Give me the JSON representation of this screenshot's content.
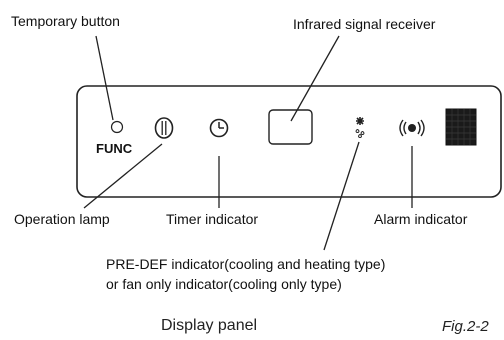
{
  "labels": {
    "temporary_button": "Temporary button",
    "infrared_receiver": "Infrared signal receiver",
    "func": "FUNC",
    "operation_lamp": "Operation lamp",
    "timer_indicator": "Timer indicator",
    "alarm_indicator": "Alarm indicator",
    "predef_line1": "PRE-DEF indicator(cooling and heating type)",
    "predef_line2": "or fan only indicator(cooling only type)"
  },
  "caption": "Display panel",
  "figure_number": "Fig.2-2",
  "icons": {
    "operation": "power-icon",
    "timer": "clock-icon",
    "predef": "fan-droplet-icon",
    "alarm": "alarm-wave-icon",
    "display": "grid-display-icon"
  }
}
